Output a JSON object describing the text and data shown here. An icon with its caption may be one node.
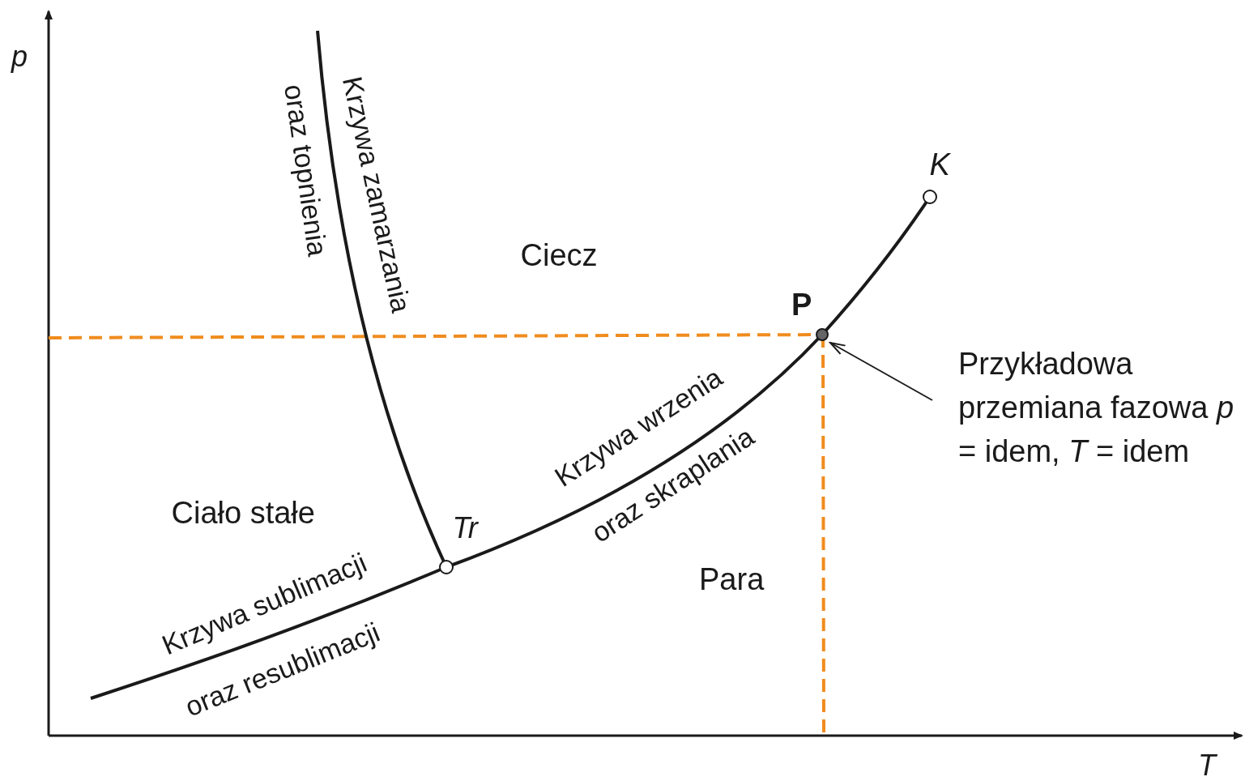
{
  "diagram": {
    "nodes": [
      {
        "text": [
          "Przykładowa przemiana fazowa *p* = idem, *T* = idem"
        ]
      },
      {
        "text": [],
        "shape": "circle",
        "beside": [
          "P"
        ]
      }
    ],
    "edges": [
      {
        "from": 0,
        "to": 1,
        "arrow": "to"
      }
    ],
    "labels": [
      "p",
      "oraz topnienia",
      "Krzywa zamarzania",
      "K",
      "Ciecz",
      "Krzywa wrzenia",
      "oraz skraplania",
      "Ciało stałe",
      "Tr",
      "Para",
      "Krzywa sublimacji",
      "oraz resublimacji",
      "T"
    ]
  }
}
